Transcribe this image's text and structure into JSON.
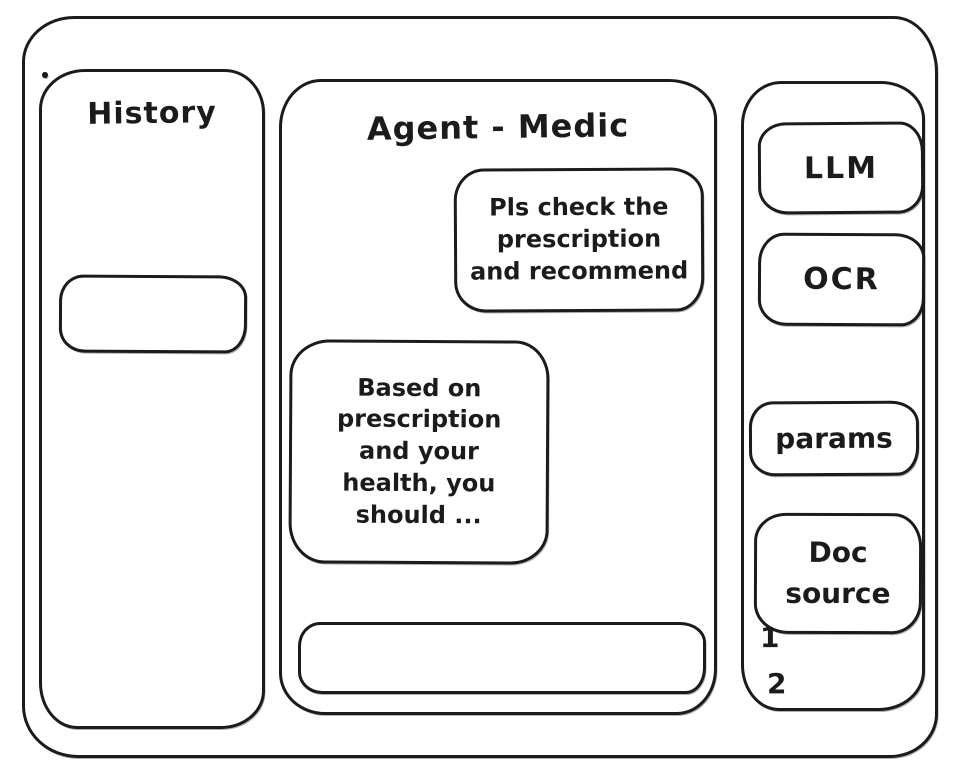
{
  "history": {
    "title": "History"
  },
  "chat": {
    "title": "Agent - Medic",
    "user_message": "Pls check the\nprescription\nand recommend",
    "assistant_message": "Based on\nprescription\nand your\nhealth, you\nshould ...",
    "input_value": "",
    "input_placeholder": ""
  },
  "tools": {
    "buttons": [
      {
        "label": "LLM"
      },
      {
        "label": "OCR"
      },
      {
        "label": "params"
      },
      {
        "label": "Doc source"
      }
    ],
    "doc_items": [
      "1",
      "2"
    ]
  },
  "colors": {
    "ink": "#1b1b1b",
    "background": "#ffffff"
  }
}
